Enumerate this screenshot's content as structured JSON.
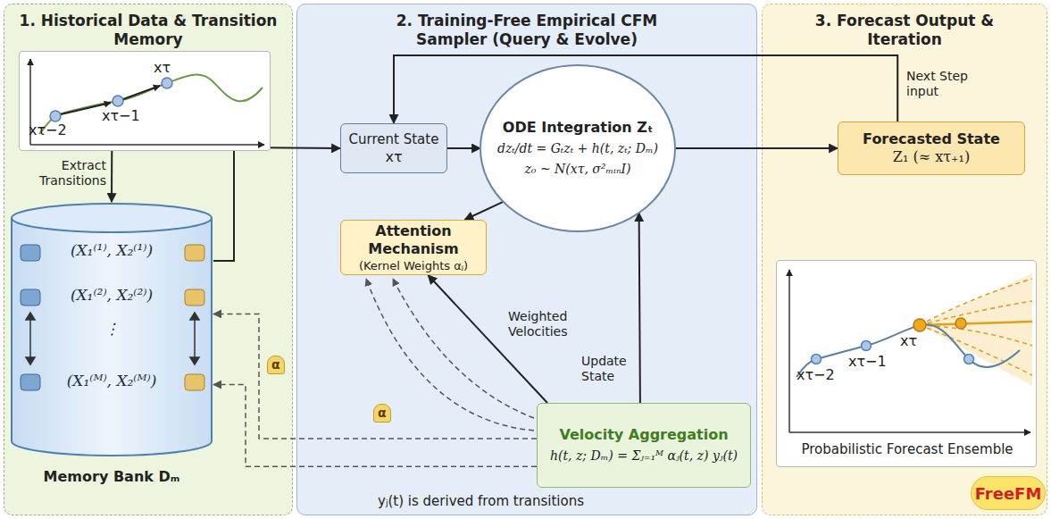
{
  "diagram": {
    "nodes": [
      {
        "text": [
          "1. Historical Data & Transition Memory"
        ]
      },
      {
        "text": [
          "xτ−2",
          "xτ−1",
          "xτ"
        ],
        "in": 0
      },
      {
        "text": [
          "(X₁⁽¹⁾, X₂⁽¹⁾)",
          "(X₁⁽²⁾, X₂⁽²⁾)",
          "⋮",
          "(X₁⁽ᴹ⁾, X₂⁽ᴹ⁾)",
          "Memory Bank Dₘ"
        ],
        "in": 0
      },
      {
        "text": [
          "2. Training-Free Empirical CFM Sampler (Query & Evolve)"
        ]
      },
      {
        "text": [
          "Current State",
          "xτ"
        ],
        "in": 3
      },
      {
        "text": [
          "ODE Integration Zₜ",
          "dzₜ/dt = Gₜzₜ + h(t, zₜ; Dₘ)",
          "z₀ ~ N(xτ, σ²ₘᵢₙI)"
        ],
        "in": 3
      },
      {
        "text": [
          "Attention Mechanism",
          "(Kernel Weights αⱼ)"
        ],
        "in": 3
      },
      {
        "text": [
          "Velocity Aggregation",
          "h(t, z; Dₘ) = Σⱼ₌₁ᴹ αⱼ(t, z) yⱼ(t)"
        ],
        "in": 3
      },
      {
        "text": [
          "3. Forecast Output & Iteration"
        ]
      },
      {
        "text": [
          "Forecasted State",
          "Z₁ (≈ xτ₊₁)"
        ],
        "in": 8
      },
      {
        "text": [
          "xτ−2",
          "xτ−1",
          "xτ",
          "Probabilistic Forecast Ensemble"
        ],
        "in": 8
      },
      {
        "text": [
          "FreeFM"
        ],
        "in": 8
      }
    ],
    "edges": [
      {
        "from": 1,
        "to": 2,
        "arrow": "to",
        "label": "Extract Transitions"
      },
      {
        "from": 2,
        "to": 4,
        "arrow": "to"
      },
      {
        "from": 4,
        "to": 5,
        "arrow": "to"
      },
      {
        "from": 5,
        "to": 6,
        "arrow": "to"
      },
      {
        "from": 7,
        "to": 6,
        "arrow": "to",
        "label": "Weighted Velocities"
      },
      {
        "from": 7,
        "to": 5,
        "arrow": "to",
        "label": "Update State"
      },
      {
        "from": 5,
        "to": 9,
        "arrow": "to"
      },
      {
        "from": 9,
        "to": 4,
        "arrow": "to",
        "label": "Next Step input"
      },
      {
        "from": 7,
        "to": 2,
        "arrow": "to"
      },
      {
        "from": 7,
        "to": 2,
        "arrow": "to"
      }
    ],
    "labels": [
      "α",
      "α",
      "yⱼ(t) is derived from transitions"
    ]
  }
}
